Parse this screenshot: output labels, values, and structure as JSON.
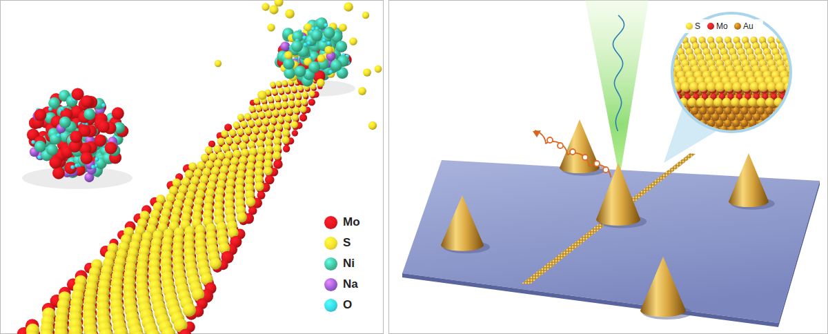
{
  "diagram": {
    "legend": [
      {
        "text": "Mo",
        "color": "#e3151d"
      },
      {
        "text": "S",
        "color": "#f4e02c"
      },
      {
        "text": "Ni",
        "color": "#3fbf98"
      },
      {
        "text": "Na",
        "color": "#9a5ad2"
      },
      {
        "text": "O",
        "color": "#36d8e4"
      },
      {
        "text": "S",
        "color": "#f5cf3a"
      },
      {
        "text": "Mo",
        "color": "#d42424"
      },
      {
        "text": "Au",
        "color": "#b8741c"
      }
    ]
  }
}
